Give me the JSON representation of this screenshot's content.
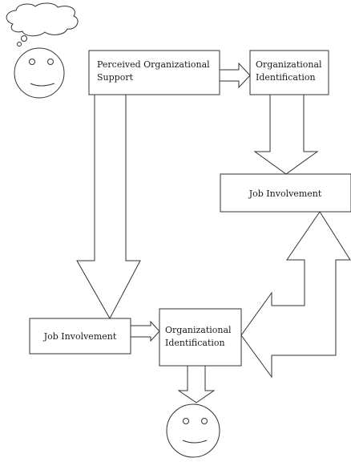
{
  "diagram": {
    "boxes": {
      "perceived_support": {
        "lines": [
          "Perceived Organizational",
          "Support"
        ]
      },
      "org_identification_top": {
        "lines": [
          "Organizational",
          "Identification"
        ]
      },
      "job_involvement_top": {
        "lines": [
          "Job Involvement"
        ]
      },
      "job_involvement_bottom": {
        "lines": [
          "Job Involvement"
        ]
      },
      "org_identification_bottom": {
        "lines": [
          "Organizational",
          "Identification"
        ]
      }
    },
    "icons": {
      "thought_cloud": "thought-cloud-icon",
      "top_face": "smiley-face-icon",
      "bottom_face": "smiley-face-icon"
    },
    "colors": {
      "stroke": "#333333",
      "fill": "#ffffff",
      "text": "#1a1a1a"
    }
  }
}
